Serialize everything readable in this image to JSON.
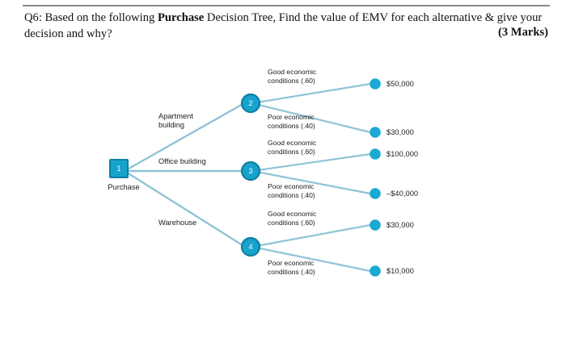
{
  "question": {
    "text_before_bold": "Q6: Based on the following ",
    "bold_word": "Purchase",
    "text_after_bold": " Decision Tree, Find the value of EMV for each alternative & give your decision and why?",
    "marks": "(3 Marks)"
  },
  "tree": {
    "root": {
      "id": "1",
      "label": "Purchase",
      "shape": "square"
    },
    "alternatives": [
      {
        "label": "Apartment\nbuilding",
        "node": {
          "id": "2",
          "shape": "circle"
        },
        "outcomes": [
          {
            "state": "Good economic\nconditions (.60)",
            "payoff": "$50,000"
          },
          {
            "state": "Poor economic\nconditions (.40)",
            "payoff": "$30,000"
          }
        ]
      },
      {
        "label": "Office building",
        "node": {
          "id": "3",
          "shape": "circle"
        },
        "outcomes": [
          {
            "state": "Good economic\nconditions (.60)",
            "payoff": "$100,000"
          },
          {
            "state": "Poor economic\nconditions (.40)",
            "payoff": "–$40,000"
          }
        ]
      },
      {
        "label": "Warehouse",
        "node": {
          "id": "4",
          "shape": "circle"
        },
        "outcomes": [
          {
            "state": "Good economic\nconditions (.60)",
            "payoff": "$30,000"
          },
          {
            "state": "Poor economic\nconditions (.40)",
            "payoff": "$10,000"
          }
        ]
      }
    ]
  },
  "colors": {
    "node_fill": "#17a3cc",
    "node_stroke": "#0e7fa3",
    "edge": "#8fc4d4",
    "terminal_fill": "#1aa9d2",
    "rule": "#8a8a8a",
    "text": "#1c1c1c"
  }
}
